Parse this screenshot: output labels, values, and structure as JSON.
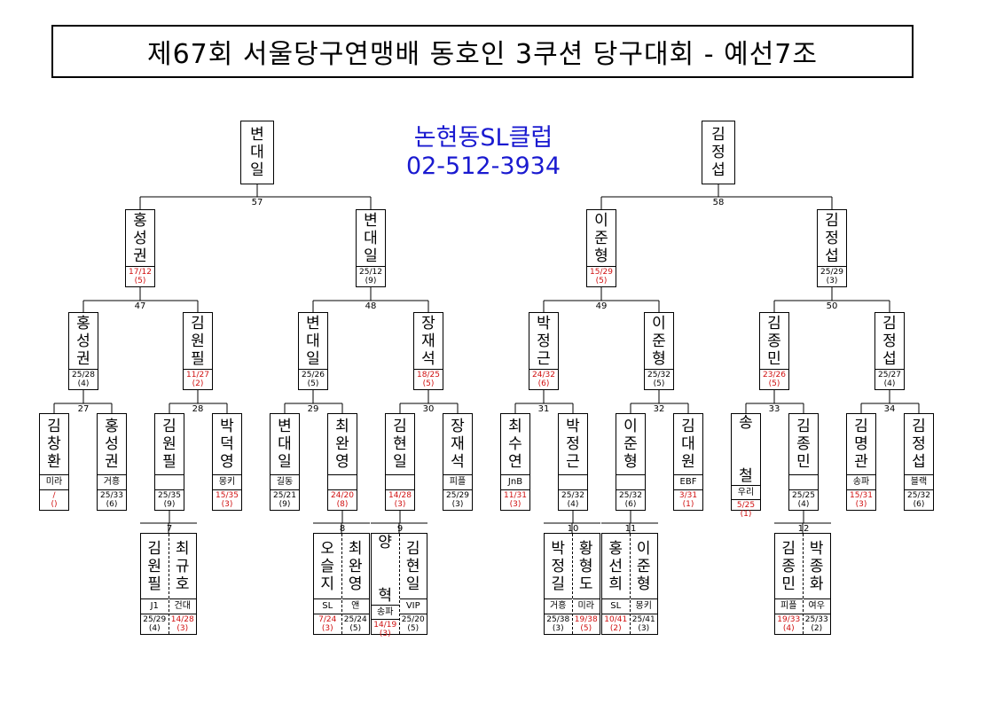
{
  "title": "제67회 서울당구연맹배 동호인 3쿠션 당구대회 - 예선7조",
  "sponsor": {
    "name": "논현동SL클럽",
    "phone": "02-512-3934"
  },
  "colors": {
    "sponsor": "#1a1ad0",
    "winner_score": "#d01010"
  },
  "boxes": [
    {
      "id": "t1",
      "name": "변대일"
    },
    {
      "id": "t2",
      "name": "김정섭"
    },
    {
      "id": "s1",
      "name": "홍성권",
      "score": "17/12",
      "rank": "(5)",
      "red": true
    },
    {
      "id": "s2",
      "name": "변대일",
      "score": "25/12",
      "rank": "(9)"
    },
    {
      "id": "s3",
      "name": "이준형",
      "score": "15/29",
      "rank": "(5)",
      "red": true
    },
    {
      "id": "s4",
      "name": "김정섭",
      "score": "25/29",
      "rank": "(3)"
    },
    {
      "id": "q1",
      "name": "홍성권",
      "score": "25/28",
      "rank": "(4)"
    },
    {
      "id": "q2",
      "name": "김원필",
      "score": "11/27",
      "rank": "(2)",
      "red": true
    },
    {
      "id": "q3",
      "name": "변대일",
      "score": "25/26",
      "rank": "(5)"
    },
    {
      "id": "q4",
      "name": "장재석",
      "score": "18/25",
      "rank": "(5)",
      "red": true
    },
    {
      "id": "q5",
      "name": "박정근",
      "score": "24/32",
      "rank": "(6)",
      "red": true
    },
    {
      "id": "q6",
      "name": "이준형",
      "score": "25/32",
      "rank": "(5)"
    },
    {
      "id": "q7",
      "name": "김종민",
      "score": "23/26",
      "rank": "(5)",
      "red": true
    },
    {
      "id": "q8",
      "name": "김정섭",
      "score": "25/27",
      "rank": "(4)"
    },
    {
      "id": "r1",
      "name": "김창환",
      "club": "미라",
      "score": "/",
      "rank": "()",
      "red": true
    },
    {
      "id": "r2",
      "name": "홍성권",
      "club": "거흥",
      "score": "25/33",
      "rank": "(6)"
    },
    {
      "id": "r3",
      "name": "김원필",
      "club": "",
      "score": "25/35",
      "rank": "(9)"
    },
    {
      "id": "r4",
      "name": "박덕영",
      "club": "몽키",
      "score": "15/35",
      "rank": "(3)",
      "red": true
    },
    {
      "id": "r5",
      "name": "변대일",
      "club": "길동",
      "score": "25/21",
      "rank": "(9)"
    },
    {
      "id": "r6",
      "name": "최완영",
      "club": "",
      "score": "24/20",
      "rank": "(8)",
      "red": true
    },
    {
      "id": "r7",
      "name": "김현일",
      "club": "",
      "score": "14/28",
      "rank": "(3)",
      "red": true
    },
    {
      "id": "r8",
      "name": "장재석",
      "club": "피플",
      "score": "25/29",
      "rank": "(3)"
    },
    {
      "id": "r9",
      "name": "최수연",
      "club": "JnB",
      "score": "11/31",
      "rank": "(3)",
      "red": true
    },
    {
      "id": "r10",
      "name": "박정근",
      "club": "",
      "score": "25/32",
      "rank": "(4)"
    },
    {
      "id": "r11",
      "name": "이준형",
      "club": "",
      "score": "25/32",
      "rank": "(6)"
    },
    {
      "id": "r12",
      "name": "김대원",
      "club": "EBF",
      "score": "3/31",
      "rank": "(1)",
      "red": true
    },
    {
      "id": "r13",
      "name": "송  철",
      "club": "우리",
      "score": "5/25",
      "rank": "(1)",
      "red": true
    },
    {
      "id": "r14",
      "name": "김종민",
      "club": "",
      "score": "25/25",
      "rank": "(4)"
    },
    {
      "id": "r15",
      "name": "김명관",
      "club": "송파",
      "score": "15/31",
      "rank": "(3)",
      "red": true
    },
    {
      "id": "r16",
      "name": "김정섭",
      "club": "블랙",
      "score": "25/32",
      "rank": "(6)"
    }
  ],
  "pairs": [
    {
      "id": "p7",
      "a": {
        "name": "김원필",
        "club": "J1",
        "score": "25/29",
        "rank": "(4)"
      },
      "b": {
        "name": "최규호",
        "club": "건대",
        "score": "14/28",
        "rank": "(3)",
        "red": true
      }
    },
    {
      "id": "p8",
      "a": {
        "name": "오슬지",
        "club": "SL",
        "score": "7/24",
        "rank": "(3)",
        "red": true
      },
      "b": {
        "name": "최완영",
        "club": "앤",
        "score": "25/24",
        "rank": "(5)"
      }
    },
    {
      "id": "p9",
      "a": {
        "name": "양  혁",
        "club": "송파",
        "score": "14/19",
        "rank": "(3)",
        "red": true
      },
      "b": {
        "name": "김현일",
        "club": "VIP",
        "score": "25/20",
        "rank": "(5)"
      }
    },
    {
      "id": "p10",
      "a": {
        "name": "박정길",
        "club": "거흥",
        "score": "25/38",
        "rank": "(3)"
      },
      "b": {
        "name": "황형도",
        "club": "미라",
        "score": "19/38",
        "rank": "(5)",
        "red": true
      }
    },
    {
      "id": "p11",
      "a": {
        "name": "홍선희",
        "club": "SL",
        "score": "10/41",
        "rank": "(2)",
        "red": true
      },
      "b": {
        "name": "이준형",
        "club": "몽키",
        "score": "25/41",
        "rank": "(3)"
      }
    },
    {
      "id": "p12",
      "a": {
        "name": "김종민",
        "club": "피플",
        "score": "19/33",
        "rank": "(4)",
        "red": true
      },
      "b": {
        "name": "박종화",
        "club": "여우",
        "score": "25/33",
        "rank": "(2)"
      }
    }
  ],
  "matches": [
    {
      "id": "m57",
      "label": "57"
    },
    {
      "id": "m58",
      "label": "58"
    },
    {
      "id": "m47",
      "label": "47"
    },
    {
      "id": "m48",
      "label": "48"
    },
    {
      "id": "m49",
      "label": "49"
    },
    {
      "id": "m50",
      "label": "50"
    },
    {
      "id": "m27",
      "label": "27"
    },
    {
      "id": "m28",
      "label": "28"
    },
    {
      "id": "m29",
      "label": "29"
    },
    {
      "id": "m30",
      "label": "30"
    },
    {
      "id": "m31",
      "label": "31"
    },
    {
      "id": "m32",
      "label": "32"
    },
    {
      "id": "m33",
      "label": "33"
    },
    {
      "id": "m34",
      "label": "34"
    },
    {
      "id": "m7",
      "label": "7"
    },
    {
      "id": "m8",
      "label": "8"
    },
    {
      "id": "m9",
      "label": "9"
    },
    {
      "id": "m10",
      "label": "10"
    },
    {
      "id": "m11",
      "label": "11"
    },
    {
      "id": "m12",
      "label": "12"
    }
  ]
}
